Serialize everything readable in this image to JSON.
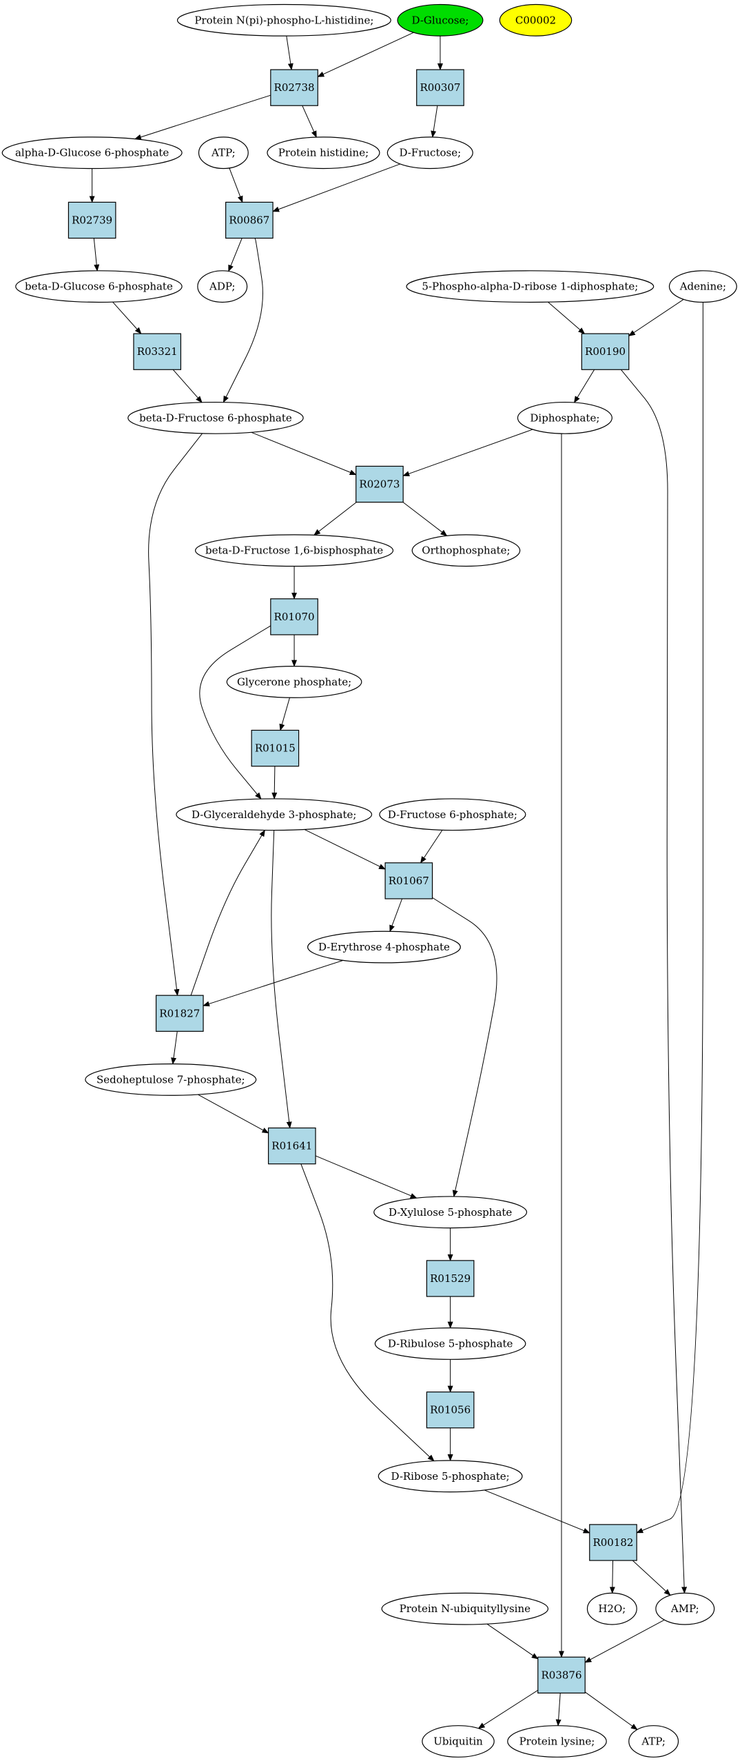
{
  "colors": {
    "reaction_fill": "#add8e6",
    "compound_fill": "#ffffff",
    "highlight_green": "#00dd00",
    "highlight_yellow": "#ffff00"
  },
  "compounds": [
    {
      "id": "c_protein_npi",
      "label": "Protein N(pi)-phospho-L-histidine;"
    },
    {
      "id": "c_dglucose",
      "label": "D-Glucose;",
      "color": "#00dd00"
    },
    {
      "id": "c_c00002",
      "label": "C00002",
      "color": "#ffff00"
    },
    {
      "id": "c_aglc6p",
      "label": "alpha-D-Glucose 6-phosphate"
    },
    {
      "id": "c_atp1",
      "label": "ATP;"
    },
    {
      "id": "c_prot_his",
      "label": "Protein histidine;"
    },
    {
      "id": "c_dfructose",
      "label": "D-Fructose;"
    },
    {
      "id": "c_bglc6p",
      "label": "beta-D-Glucose 6-phosphate"
    },
    {
      "id": "c_adp",
      "label": "ADP;"
    },
    {
      "id": "c_prpp",
      "label": "5-Phospho-alpha-D-ribose 1-diphosphate;"
    },
    {
      "id": "c_adenine",
      "label": "Adenine;"
    },
    {
      "id": "c_bfru6p",
      "label": "beta-D-Fructose 6-phosphate"
    },
    {
      "id": "c_diphosphate",
      "label": "Diphosphate;"
    },
    {
      "id": "c_bfru16bp",
      "label": "beta-D-Fructose 1,6-bisphosphate"
    },
    {
      "id": "c_ortho",
      "label": "Orthophosphate;"
    },
    {
      "id": "c_glycerone",
      "label": "Glycerone phosphate;"
    },
    {
      "id": "c_gap",
      "label": "D-Glyceraldehyde 3-phosphate;"
    },
    {
      "id": "c_dfru6p",
      "label": "D-Fructose 6-phosphate;"
    },
    {
      "id": "c_e4p",
      "label": "D-Erythrose 4-phosphate"
    },
    {
      "id": "c_s7p",
      "label": "Sedoheptulose 7-phosphate;"
    },
    {
      "id": "c_xu5p",
      "label": "D-Xylulose 5-phosphate"
    },
    {
      "id": "c_ru5p",
      "label": "D-Ribulose 5-phosphate"
    },
    {
      "id": "c_r5p",
      "label": "D-Ribose 5-phosphate;"
    },
    {
      "id": "c_prot_ub",
      "label": "Protein N-ubiquityllysine"
    },
    {
      "id": "c_h2o",
      "label": "H2O;"
    },
    {
      "id": "c_amp",
      "label": "AMP;"
    },
    {
      "id": "c_ubiquitin",
      "label": "Ubiquitin"
    },
    {
      "id": "c_prot_lys",
      "label": "Protein lysine;"
    },
    {
      "id": "c_atp2",
      "label": "ATP;"
    }
  ],
  "reactions": [
    {
      "id": "r_R02738",
      "label": "R02738"
    },
    {
      "id": "r_R00307",
      "label": "R00307"
    },
    {
      "id": "r_R02739",
      "label": "R02739"
    },
    {
      "id": "r_R00867",
      "label": "R00867"
    },
    {
      "id": "r_R00190",
      "label": "R00190"
    },
    {
      "id": "r_R03321",
      "label": "R03321"
    },
    {
      "id": "r_R02073",
      "label": "R02073"
    },
    {
      "id": "r_R01070",
      "label": "R01070"
    },
    {
      "id": "r_R01015",
      "label": "R01015"
    },
    {
      "id": "r_R01067",
      "label": "R01067"
    },
    {
      "id": "r_R01827",
      "label": "R01827"
    },
    {
      "id": "r_R01641",
      "label": "R01641"
    },
    {
      "id": "r_R01529",
      "label": "R01529"
    },
    {
      "id": "r_R01056",
      "label": "R01056"
    },
    {
      "id": "r_R00182",
      "label": "R00182"
    },
    {
      "id": "r_R03876",
      "label": "R03876"
    }
  ],
  "edges": [
    {
      "from": "c_protein_npi",
      "to": "r_R02738"
    },
    {
      "from": "c_dglucose",
      "to": "r_R02738"
    },
    {
      "from": "c_dglucose",
      "to": "r_R00307"
    },
    {
      "from": "r_R02738",
      "to": "c_aglc6p"
    },
    {
      "from": "r_R02738",
      "to": "c_prot_his"
    },
    {
      "from": "r_R00307",
      "to": "c_dfructose"
    },
    {
      "from": "c_aglc6p",
      "to": "r_R02739"
    },
    {
      "from": "c_atp1",
      "to": "r_R00867"
    },
    {
      "from": "c_dfructose",
      "to": "r_R00867"
    },
    {
      "from": "r_R02739",
      "to": "c_bglc6p"
    },
    {
      "from": "r_R00867",
      "to": "c_adp"
    },
    {
      "from": "r_R00867",
      "to": "c_bfru6p"
    },
    {
      "from": "c_bglc6p",
      "to": "r_R03321"
    },
    {
      "from": "r_R03321",
      "to": "c_bfru6p"
    },
    {
      "from": "c_prpp",
      "to": "r_R00190"
    },
    {
      "from": "c_adenine",
      "to": "r_R00190"
    },
    {
      "from": "c_adenine",
      "to": "r_R00182"
    },
    {
      "from": "r_R00190",
      "to": "c_diphosphate"
    },
    {
      "from": "r_R00190",
      "to": "c_amp"
    },
    {
      "from": "c_bfru6p",
      "to": "r_R02073"
    },
    {
      "from": "c_diphosphate",
      "to": "r_R02073"
    },
    {
      "from": "c_diphosphate",
      "to": "r_R03876"
    },
    {
      "from": "c_bfru6p",
      "to": "r_R01827"
    },
    {
      "from": "r_R02073",
      "to": "c_bfru16bp"
    },
    {
      "from": "r_R02073",
      "to": "c_ortho"
    },
    {
      "from": "c_bfru16bp",
      "to": "r_R01070"
    },
    {
      "from": "r_R01070",
      "to": "c_glycerone"
    },
    {
      "from": "r_R01070",
      "to": "c_gap"
    },
    {
      "from": "c_glycerone",
      "to": "r_R01015"
    },
    {
      "from": "r_R01015",
      "to": "c_gap"
    },
    {
      "from": "c_gap",
      "to": "r_R01067"
    },
    {
      "from": "c_gap",
      "to": "r_R01641"
    },
    {
      "from": "c_dfru6p",
      "to": "r_R01067"
    },
    {
      "from": "r_R01067",
      "to": "c_e4p"
    },
    {
      "from": "r_R01067",
      "to": "c_xu5p"
    },
    {
      "from": "c_e4p",
      "to": "r_R01827"
    },
    {
      "from": "r_R01827",
      "to": "c_gap"
    },
    {
      "from": "r_R01827",
      "to": "c_s7p"
    },
    {
      "from": "c_s7p",
      "to": "r_R01641"
    },
    {
      "from": "r_R01641",
      "to": "c_xu5p"
    },
    {
      "from": "r_R01641",
      "to": "c_r5p"
    },
    {
      "from": "c_xu5p",
      "to": "r_R01529"
    },
    {
      "from": "r_R01529",
      "to": "c_ru5p"
    },
    {
      "from": "c_ru5p",
      "to": "r_R01056"
    },
    {
      "from": "r_R01056",
      "to": "c_r5p"
    },
    {
      "from": "c_r5p",
      "to": "r_R00182"
    },
    {
      "from": "r_R00182",
      "to": "c_h2o"
    },
    {
      "from": "r_R00182",
      "to": "c_amp"
    },
    {
      "from": "c_prot_ub",
      "to": "r_R03876"
    },
    {
      "from": "c_amp",
      "to": "r_R03876"
    },
    {
      "from": "r_R03876",
      "to": "c_ubiquitin"
    },
    {
      "from": "r_R03876",
      "to": "c_prot_lys"
    },
    {
      "from": "r_R03876",
      "to": "c_atp2"
    }
  ]
}
